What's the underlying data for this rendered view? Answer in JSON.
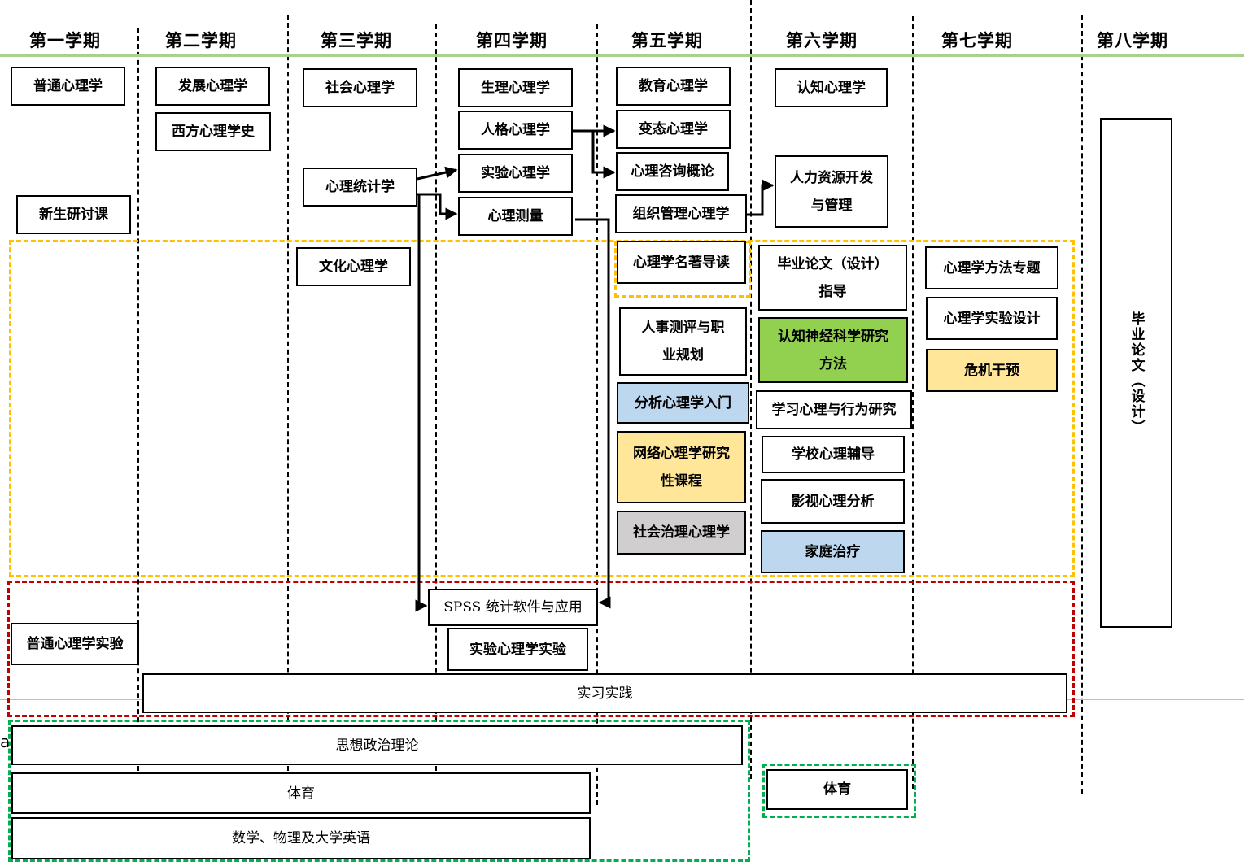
{
  "semesters": [
    "第一学期",
    "第二学期",
    "第三学期",
    "第四学期",
    "第五学期",
    "第六学期",
    "第七学期",
    "第八学期"
  ],
  "courses": {
    "s1": {
      "general_psych": "普通心理学",
      "freshman_seminar": "新生研讨课",
      "general_psych_lab": "普通心理学实验"
    },
    "s2": {
      "developmental": "发展心理学",
      "western_history": "西方心理学史"
    },
    "s3": {
      "social": "社会心理学",
      "statistics": "心理统计学",
      "cultural": "文化心理学"
    },
    "s4": {
      "physiological": "生理心理学",
      "personality": "人格心理学",
      "experimental": "实验心理学",
      "measurement": "心理测量",
      "spss": "SPSS 统计软件与应用",
      "experimental_lab": "实验心理学实验"
    },
    "s5": {
      "educational": "教育心理学",
      "abnormal": "变态心理学",
      "counseling": "心理咨询概论",
      "organizational": "组织管理心理学",
      "classics_reading": "心理学名著导读",
      "personnel_assessment": "人事测评与职业规划",
      "analytical_intro": "分析心理学入门",
      "internet_psych": "网络心理学研究性课程",
      "social_governance": "社会治理心理学"
    },
    "s6": {
      "cognitive": "认知心理学",
      "hr_management": "人力资源开发与管理",
      "thesis_guidance": "毕业论文（设计）指导",
      "cog_neuro_methods": "认知神经科学研究方法",
      "learning_behavior": "学习心理与行为研究",
      "school_counseling": "学校心理辅导",
      "film_analysis": "影视心理分析",
      "family_therapy": "家庭治疗",
      "pe": "体育"
    },
    "s7": {
      "methods_topics": "心理学方法专题",
      "experiment_design": "心理学实验设计",
      "crisis_intervention": "危机干预"
    },
    "s8": {
      "thesis": "毕业论文（设计）"
    },
    "spanning": {
      "internship": "实习实践",
      "political_theory": "思想政治理论",
      "pe": "体育",
      "math_physics_english": "数学、物理及大学英语"
    }
  },
  "stray_text": "a",
  "colors": {
    "header_rule": "#a9d08e",
    "elective_group": "#ffc000",
    "practice_group": "#c00000",
    "general_group": "#00b050",
    "fill_blue": "#bdd7ee",
    "fill_yellow": "#ffe699",
    "fill_green": "#92d050",
    "fill_gray": "#d0cece"
  }
}
